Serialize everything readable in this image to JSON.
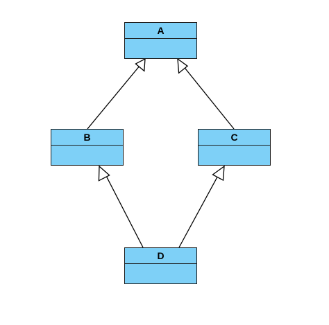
{
  "diagram": {
    "colors": {
      "class_fill": "#7ed0f7",
      "class_stroke": "#1a1a1a",
      "edge_stroke": "#000000",
      "arrowhead_fill": "#ffffff"
    },
    "classes": [
      {
        "id": "A",
        "name": "A"
      },
      {
        "id": "B",
        "name": "B"
      },
      {
        "id": "C",
        "name": "C"
      },
      {
        "id": "D",
        "name": "D"
      }
    ],
    "relations": [
      {
        "from": "B",
        "to": "A",
        "type": "generalization"
      },
      {
        "from": "C",
        "to": "A",
        "type": "generalization"
      },
      {
        "from": "D",
        "to": "B",
        "type": "generalization"
      },
      {
        "from": "D",
        "to": "C",
        "type": "generalization"
      }
    ]
  }
}
